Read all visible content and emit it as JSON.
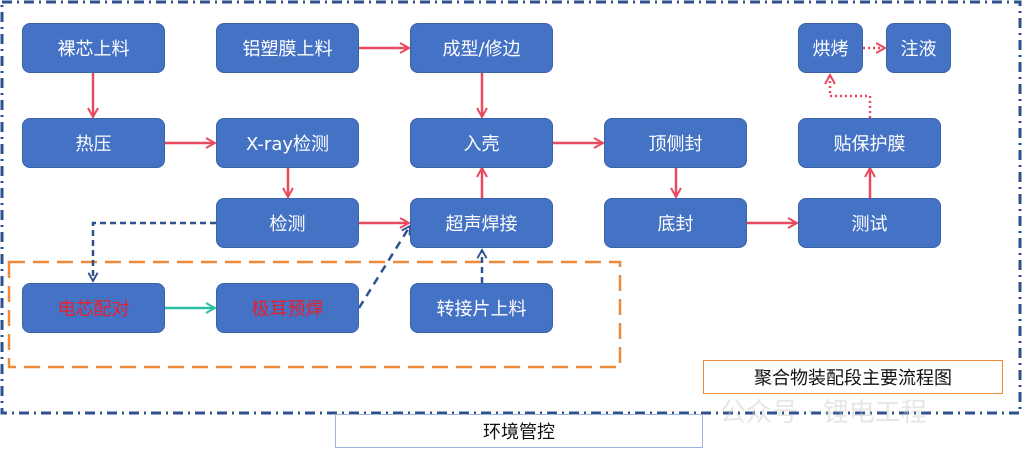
{
  "title": "聚合物装配段主要流程图",
  "environment_label": "环境管控",
  "watermark": "公众号 · 锂电工程",
  "colors": {
    "node_fill": "#4472c4",
    "node_text": "#ffffff",
    "highlight_text": "#e8202a",
    "main_arrow": "#e84a5f",
    "dashed_arrow": "#2f528f",
    "teal_arrow": "#2bbfa4",
    "sub_group_border": "#ed8b3a",
    "env_border": "#2f528f"
  },
  "nodes": {
    "bare_cell_loading": "裸芯上料",
    "al_film_loading": "铝塑膜上料",
    "forming_trimming": "成型/修边",
    "baking": "烘烤",
    "electrolyte_filling": "注液",
    "hot_pressing": "热压",
    "xray_inspection": "X-ray检测",
    "casing": "入壳",
    "top_side_sealing": "顶侧封",
    "protective_film": "贴保护膜",
    "inspection": "检测",
    "ultrasonic_welding": "超声焊接",
    "bottom_sealing": "底封",
    "testing": "测试",
    "cell_pairing": "电芯配对",
    "tab_prewelding": "极耳预焊",
    "adapter_loading": "转接片上料"
  },
  "edges": [
    {
      "from": "bare_cell_loading",
      "to": "hot_pressing",
      "style": "solid-red"
    },
    {
      "from": "hot_pressing",
      "to": "xray_inspection",
      "style": "solid-red"
    },
    {
      "from": "xray_inspection",
      "to": "inspection",
      "style": "solid-red"
    },
    {
      "from": "inspection",
      "to": "ultrasonic_welding",
      "style": "solid-red"
    },
    {
      "from": "al_film_loading",
      "to": "forming_trimming",
      "style": "solid-red"
    },
    {
      "from": "forming_trimming",
      "to": "casing",
      "style": "solid-red"
    },
    {
      "from": "ultrasonic_welding",
      "to": "casing",
      "style": "solid-red"
    },
    {
      "from": "casing",
      "to": "top_side_sealing",
      "style": "solid-red"
    },
    {
      "from": "top_side_sealing",
      "to": "bottom_sealing",
      "style": "solid-red"
    },
    {
      "from": "bottom_sealing",
      "to": "testing",
      "style": "solid-red"
    },
    {
      "from": "testing",
      "to": "protective_film",
      "style": "solid-red"
    },
    {
      "from": "protective_film",
      "to": "baking",
      "style": "dotted-red"
    },
    {
      "from": "baking",
      "to": "electrolyte_filling",
      "style": "dotted-red"
    },
    {
      "from": "inspection",
      "to": "cell_pairing",
      "style": "dashed-blue"
    },
    {
      "from": "cell_pairing",
      "to": "tab_prewelding",
      "style": "solid-teal"
    },
    {
      "from": "tab_prewelding",
      "to": "ultrasonic_welding",
      "style": "dashed-blue"
    },
    {
      "from": "adapter_loading",
      "to": "ultrasonic_welding",
      "style": "dashed-blue"
    }
  ]
}
